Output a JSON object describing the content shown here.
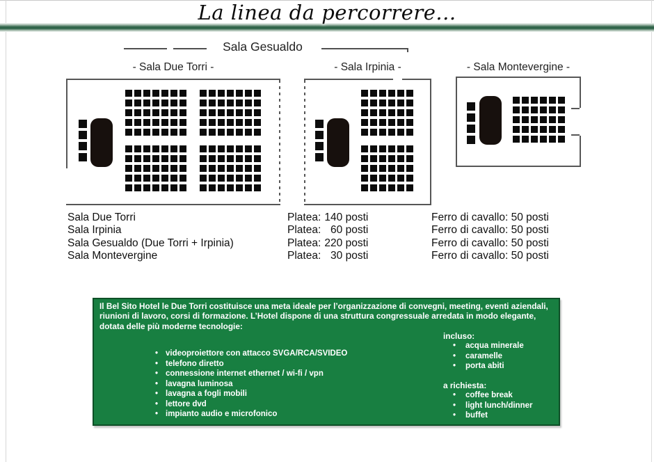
{
  "header": {
    "ribbon_title": "La linea da percorrere...",
    "section_title": "Sala Gesualdo"
  },
  "rooms": [
    {
      "title": "- Sala Due Torri -",
      "blocks": [
        {
          "cols": 7,
          "rows": 5
        },
        {
          "cols": 7,
          "rows": 5
        },
        {
          "cols": 7,
          "rows": 5
        },
        {
          "cols": 7,
          "rows": 5
        }
      ]
    },
    {
      "title": "- Sala Irpinia -",
      "blocks": [
        {
          "cols": 6,
          "rows": 5
        },
        {
          "cols": 6,
          "rows": 5
        }
      ]
    },
    {
      "title": "- Sala Montevergine -",
      "blocks": [
        {
          "cols": 6,
          "rows": 5
        }
      ]
    }
  ],
  "capacity_table": {
    "platea_label": "Platea:",
    "ferro_label": "Ferro di cavallo:",
    "unit": "posti",
    "rows": [
      {
        "name": "Sala Due Torri",
        "platea": "140",
        "ferro": "50"
      },
      {
        "name": "Sala Irpinia",
        "platea": "60",
        "ferro": "50"
      },
      {
        "name": "Sala Gesualdo (Due Torri + Irpinia)",
        "platea": "220",
        "ferro": "50"
      },
      {
        "name": "Sala Montevergine",
        "platea": "30",
        "ferro": "50"
      }
    ]
  },
  "info_box": {
    "intro": "Il Bel Sito Hotel le Due Torri costituisce una meta ideale per l’organizzazione di convegni, meeting, eventi aziendali, riunioni di lavoro, corsi di formazione. L’Hotel dispone di una struttura congressuale arredata in modo elegante, dotata delle più moderne tecnologie:",
    "equipment": [
      "videoproiettore con attacco SVGA/RCA/SVIDEO",
      "telefono diretto",
      "connessione internet ethernet / wi-fi / vpn",
      "lavagna luminosa",
      "lavagna a fogli mobili",
      "lettore dvd",
      "impianto audio e microfonico"
    ],
    "included_heading": "incluso:",
    "included": [
      "acqua minerale",
      "caramelle",
      "porta abiti"
    ],
    "on_request_heading": "a richiesta:",
    "on_request": [
      "coffee break",
      "light lunch/dinner",
      "buffet"
    ]
  },
  "colors": {
    "info_box_green": "#187f41",
    "ribbon_green": "#2a5f44",
    "wall_gray": "#565656",
    "seat_black": "#0b0b0b"
  }
}
